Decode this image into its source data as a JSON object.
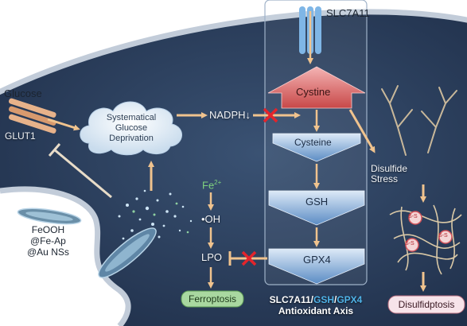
{
  "labels": {
    "slc7a11_top": "SLC7A11",
    "glucose": "Glucose",
    "glut1": "GLUT1",
    "sgd_line1": "Systematical",
    "sgd_line2": "Glucose",
    "sgd_line3": "Deprivation",
    "nadph": "NADPH",
    "cystine": "Cystine",
    "cysteine": "Cysteine",
    "gsh": "GSH",
    "gpx4": "GPX4",
    "disulfide_line1": "Disulfide",
    "disulfide_line2": "Stress",
    "fe2_base": "Fe",
    "fe2_sup": "2+",
    "oh": "•OH",
    "lpo": "LPO",
    "nano_line1": "FeOOH",
    "nano_line2": "@Fe-Ap",
    "nano_line3": "@Au NSs",
    "ferroptosis": "Ferroptosis",
    "disulfidptosis": "Disulfidptosis",
    "axis_part1": "SLC7A11/",
    "axis_part2": "GSH",
    "axis_part3": "/",
    "axis_part4": "GPX4",
    "axis_line2": "Antioxidant Axis",
    "ss_label": "S-S"
  },
  "colors": {
    "cell_bg": "#2b3f5f",
    "membrane": "#c2ccd9",
    "cystine_arrow": "#d95f5f",
    "pathway_arrow": "#5e8fc4",
    "inhibit_x": "#e3242b",
    "ferroptosis_box": "#a9d8a0",
    "disulfidptosis_box": "#f7e4ea",
    "axis_gsh": "#4fb3e8"
  }
}
